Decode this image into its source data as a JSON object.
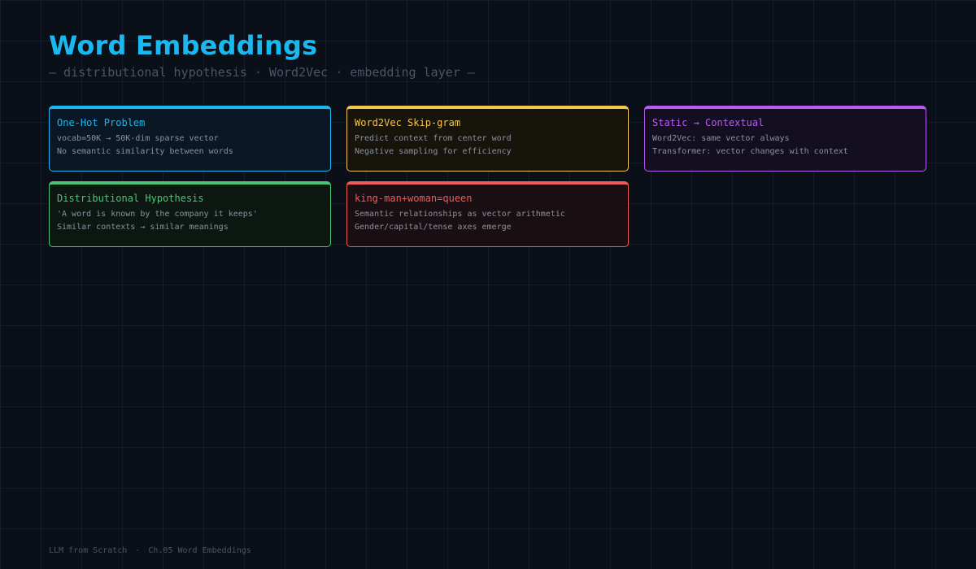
{
  "header": {
    "title": "Word Embeddings",
    "subtitle": "— distributional hypothesis · Word2Vec · embedding layer —"
  },
  "cards": [
    {
      "title": "One-Hot Problem",
      "lines": [
        "vocab=50K → 50K-dim sparse vector",
        "No semantic similarity between words"
      ],
      "accent": "#1ab8ee",
      "background": "#0a1724"
    },
    {
      "title": "Word2Vec Skip-gram",
      "lines": [
        "Predict context from center word",
        "Negative sampling for efficiency"
      ],
      "accent": "#f5c451",
      "background": "#17140c"
    },
    {
      "title": "Static → Contextual",
      "lines": [
        "Word2Vec: same vector always",
        "Transformer: vector changes with context"
      ],
      "accent": "#b75cf0",
      "background": "#130f20"
    },
    {
      "title": "Distributional Hypothesis",
      "lines": [
        "'A word is known by the company it keeps'",
        "Similar contexts → similar meanings"
      ],
      "accent": "#4cc47a",
      "background": "#0b1710"
    },
    {
      "title": "king-man+woman=queen",
      "lines": [
        "Semantic relationships as vector arithmetic",
        "Gender/capital/tense axes emerge"
      ],
      "accent": "#ef5a5a",
      "background": "#190f13"
    }
  ],
  "footer": {
    "book": "LLM from Scratch",
    "separator": "·",
    "chapter": "Ch.05 Word Embeddings"
  }
}
